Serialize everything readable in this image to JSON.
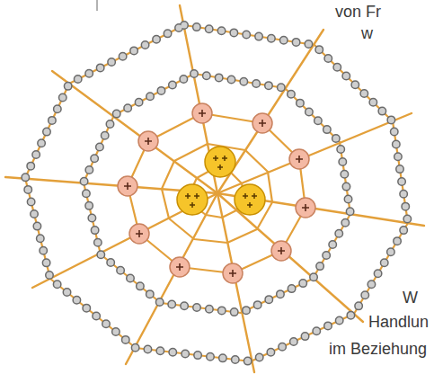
{
  "diagram": {
    "labels": [
      "von Fr",
      "w",
      "W",
      "Handlun",
      "im Beziehung"
    ]
  }
}
